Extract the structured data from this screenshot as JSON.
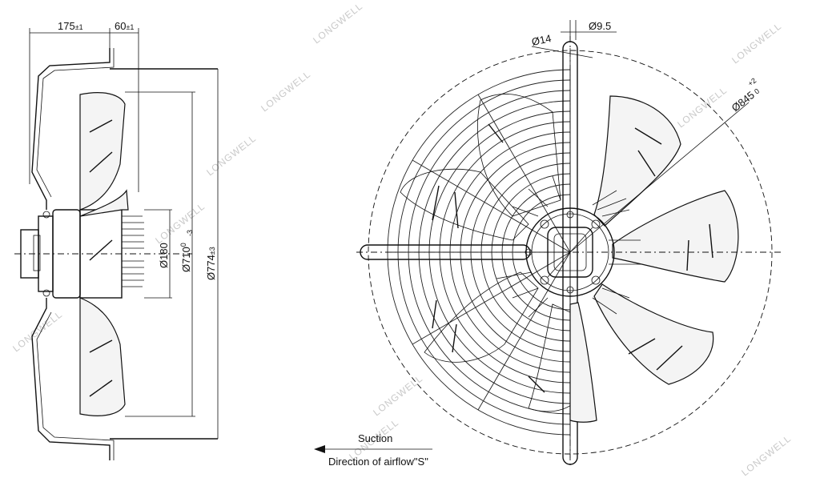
{
  "watermark": "LONGWELL",
  "side_view": {
    "dim_top_left": "175",
    "dim_top_left_tol": "±1",
    "dim_top_right": "60",
    "dim_top_right_tol": "±1",
    "dim_hub": "Ø180",
    "dim_blade": "Ø710",
    "dim_blade_tol_upper": "0",
    "dim_blade_tol_lower": "-3",
    "dim_mount": "Ø774",
    "dim_mount_tol": "±3"
  },
  "front_view": {
    "dim_bar": "Ø14",
    "dim_hole": "Ø9.5",
    "dim_outer": "Ø845",
    "dim_outer_tol_upper": "+2",
    "dim_outer_tol_lower": "0"
  },
  "legend": {
    "suction_label": "Suction",
    "airflow_label": "Direction of airflow\"S\""
  }
}
